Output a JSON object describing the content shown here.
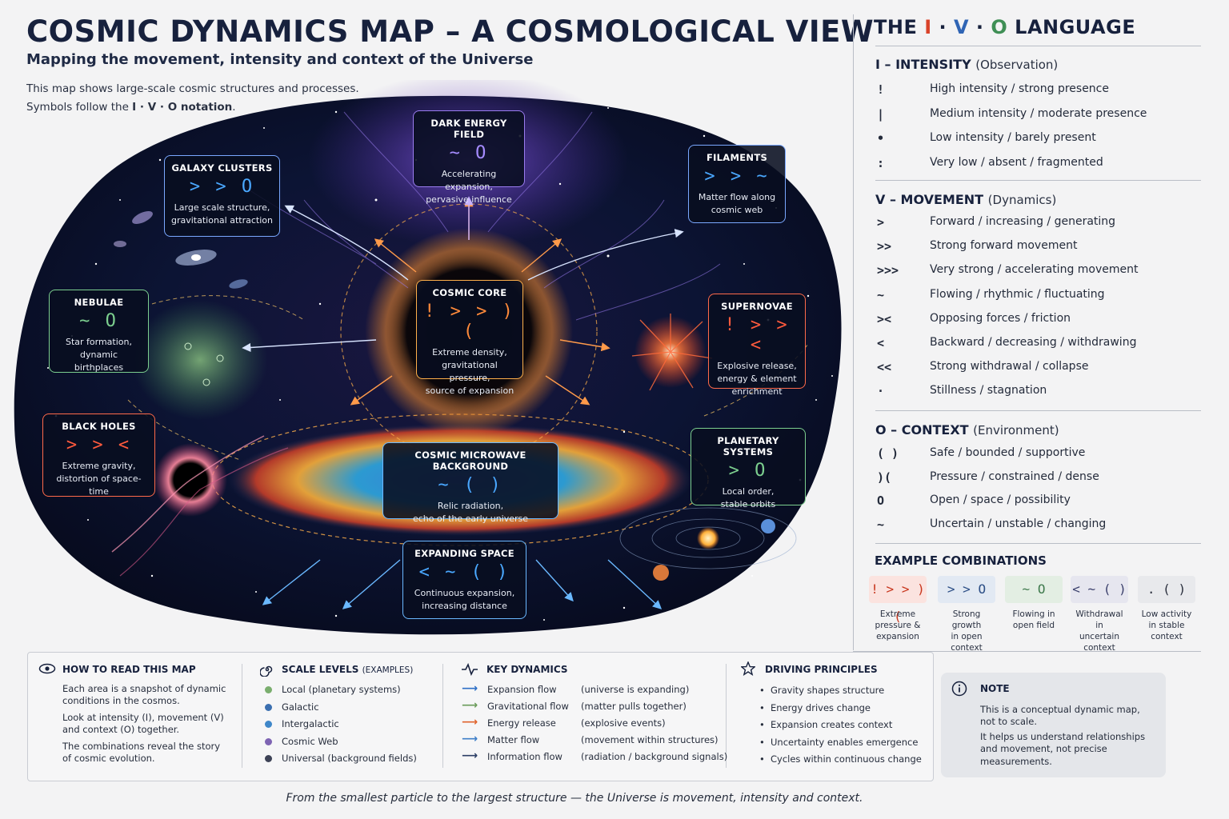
{
  "title": "COSMIC DYNAMICS MAP – A COSMOLOGICAL VIEW",
  "subtitle": "Mapping the movement, intensity and context of the Universe",
  "intro": {
    "line1": "This map shows large-scale cosmic structures and processes.",
    "line2_prefix": "Symbols follow the ",
    "line2_bold": "I · V · O notation",
    "line2_suffix": "."
  },
  "map_boxes": {
    "dark_energy": {
      "title": "DARK ENERGY FIELD",
      "symbols": "~ O",
      "desc1": "Accelerating expansion,",
      "desc2": "pervasive influence"
    },
    "galaxy_clusters": {
      "title": "GALAXY CLUSTERS",
      "symbols": "> > O",
      "desc1": "Large scale structure,",
      "desc2": "gravitational attraction"
    },
    "filaments": {
      "title": "FILAMENTS",
      "symbols": "> > ~",
      "desc1": "Matter flow along",
      "desc2": "cosmic web"
    },
    "nebulae": {
      "title": "NEBULAE",
      "symbols": "~ O",
      "desc1": "Star formation,",
      "desc2": "dynamic birthplaces"
    },
    "cosmic_core": {
      "title": "COSMIC CORE",
      "symbols": "! > > )(",
      "desc1": "Extreme density,",
      "desc2": "gravitational pressure,",
      "desc3": "source of expansion"
    },
    "supernovae": {
      "title": "SUPERNOVAE",
      "symbols": "! > > <",
      "desc1": "Explosive release,",
      "desc2": "energy & element",
      "desc3": "enrichment"
    },
    "black_holes": {
      "title": "BLACK HOLES",
      "symbols": "> > <",
      "desc1": "Extreme gravity,",
      "desc2": "distortion of space-time"
    },
    "cmb": {
      "title": "COSMIC MICROWAVE BACKGROUND",
      "symbols": "~ ( )",
      "desc1": "Relic radiation,",
      "desc2": "echo of the early universe"
    },
    "planetary": {
      "title": "PLANETARY SYSTEMS",
      "symbols": "> O",
      "desc1": "Local order,",
      "desc2": "stable orbits"
    },
    "expanding": {
      "title": "EXPANDING SPACE",
      "symbols": "< ~ ( )",
      "desc1": "Continuous expansion,",
      "desc2": "increasing distance"
    }
  },
  "legend": {
    "title_pre": "THE ",
    "title_i": "I",
    "title_dot1": " · ",
    "title_v": "V",
    "title_dot2": " · ",
    "title_o": "O",
    "title_post": " LANGUAGE",
    "intensity": {
      "head": "I – INTENSITY",
      "sub": "(Observation)",
      "rows": [
        {
          "sym": "!",
          "txt": "High intensity / strong presence"
        },
        {
          "sym": "|",
          "txt": "Medium intensity / moderate presence"
        },
        {
          "sym": "•",
          "txt": "Low intensity / barely present"
        },
        {
          "sym": ":",
          "txt": "Very low / absent / fragmented"
        }
      ]
    },
    "movement": {
      "head": "V – MOVEMENT",
      "sub": "(Dynamics)",
      "rows": [
        {
          "sym": ">",
          "txt": "Forward / increasing / generating"
        },
        {
          "sym": ">>",
          "txt": "Strong forward movement"
        },
        {
          "sym": ">>>",
          "txt": "Very strong / accelerating movement"
        },
        {
          "sym": "~",
          "txt": "Flowing / rhythmic / fluctuating"
        },
        {
          "sym": "><",
          "txt": "Opposing forces / friction"
        },
        {
          "sym": "<",
          "txt": "Backward / decreasing / withdrawing"
        },
        {
          "sym": "<<",
          "txt": "Strong withdrawal / collapse"
        },
        {
          "sym": "·",
          "txt": "Stillness / stagnation"
        }
      ]
    },
    "context": {
      "head": "O – CONTEXT",
      "sub": "(Environment)",
      "rows": [
        {
          "sym": "( )",
          "txt": "Safe / bounded / supportive"
        },
        {
          "sym": ")(",
          "txt": "Pressure / constrained / dense"
        },
        {
          "sym": "O",
          "txt": "Open / space / possibility"
        },
        {
          "sym": "~",
          "txt": "Uncertain / unstable / changing"
        }
      ]
    }
  },
  "combinations": {
    "title": "EXAMPLE COMBINATIONS",
    "items": [
      {
        "sym": "! > > )(",
        "l1": "Extreme",
        "l2": "pressure &",
        "l3": "expansion",
        "bg": "#fbe3df",
        "fg": "#c8361d"
      },
      {
        "sym": "> > O",
        "l1": "Strong growth",
        "l2": "in open",
        "l3": "context",
        "bg": "#e2e9f3",
        "fg": "#2d4f86"
      },
      {
        "sym": "~ O",
        "l1": "Flowing in",
        "l2": "open field",
        "l3": "",
        "bg": "#e3eee3",
        "fg": "#3f7a4d"
      },
      {
        "sym": "< ~ ( )",
        "l1": "Withdrawal in",
        "l2": "uncertain",
        "l3": "context",
        "bg": "#e6e6ef",
        "fg": "#3a3f6b"
      },
      {
        "sym": ". ( )",
        "l1": "Low activity",
        "l2": "in stable",
        "l3": "context",
        "bg": "#e8e9ec",
        "fg": "#2a2f3d"
      }
    ]
  },
  "how_to_read": {
    "head": "HOW TO READ THIS MAP",
    "p1a": "Each area is a snapshot of dynamic",
    "p1b": "conditions in the cosmos.",
    "p2a": "Look at intensity (I), movement (V)",
    "p2b": "and context (O) together.",
    "p3a": "The combinations reveal the story",
    "p3b": "of cosmic evolution."
  },
  "scale_levels": {
    "head": "SCALE LEVELS",
    "head_sm": "(EXAMPLES)",
    "items": [
      {
        "label": "Local (planetary systems)",
        "color": "#7aae6e"
      },
      {
        "label": "Galactic",
        "color": "#3b6fb0"
      },
      {
        "label": "Intergalactic",
        "color": "#3f87c9"
      },
      {
        "label": "Cosmic Web",
        "color": "#7e64b3"
      },
      {
        "label": "Universal (background fields)",
        "color": "#3d4256"
      }
    ]
  },
  "key_dynamics": {
    "head": "KEY DYNAMICS",
    "items": [
      {
        "label": "Expansion flow",
        "note": "(universe is expanding)",
        "color": "#2d6fc6"
      },
      {
        "label": "Gravitational flow",
        "note": "(matter pulls together)",
        "color": "#6a9b59"
      },
      {
        "label": "Energy release",
        "note": "(explosive events)",
        "color": "#e0632c"
      },
      {
        "label": "Matter flow",
        "note": "(movement within structures)",
        "color": "#3f7fc8"
      },
      {
        "label": "Information flow",
        "note": "(radiation / background signals)",
        "color": "#2c3f66"
      }
    ]
  },
  "principles": {
    "head": "DRIVING PRINCIPLES",
    "items": [
      "Gravity shapes structure",
      "Energy drives change",
      "Expansion creates context",
      "Uncertainty enables emergence",
      "Cycles within continuous change"
    ]
  },
  "note": {
    "head": "NOTE",
    "l1": "This is a conceptual dynamic map,",
    "l2": "not to scale.",
    "l3": "It helps us understand relationships",
    "l4": "and movement, not precise",
    "l5": "measurements."
  },
  "footer": "From the smallest particle to the largest structure — the Universe is movement, intensity and context.",
  "colors": {
    "navy": "#17213d",
    "space": "#0b1430",
    "accent_red": "#d9432a",
    "accent_blue": "#2f64b4",
    "accent_green": "#3f8f55"
  }
}
